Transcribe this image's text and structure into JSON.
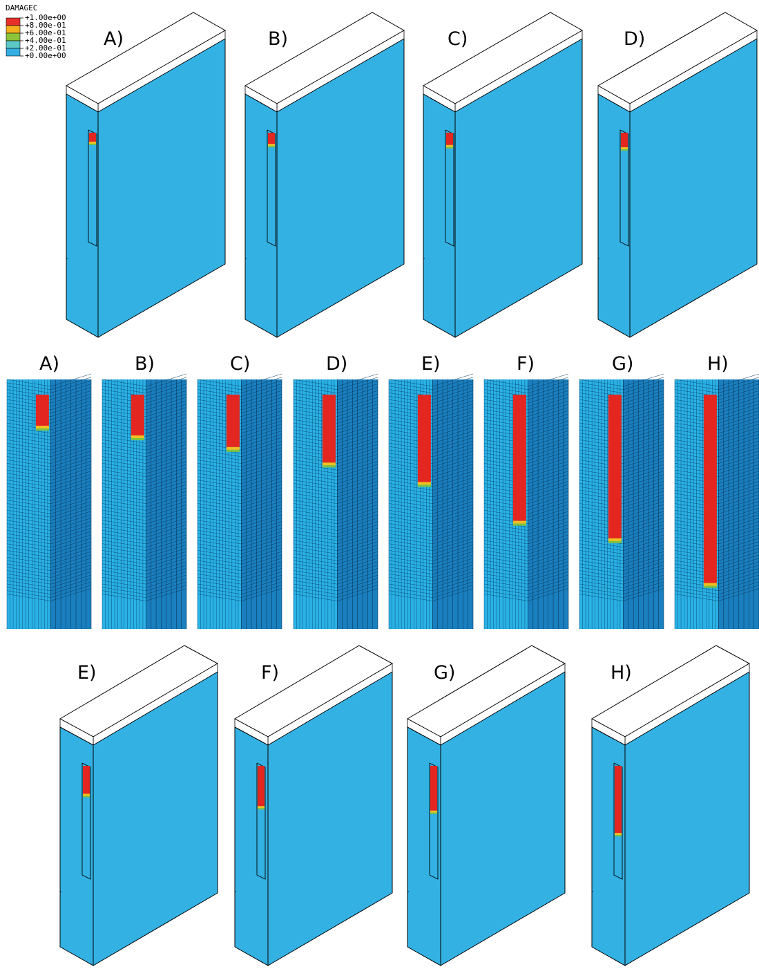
{
  "legend": {
    "title": "DAMAGEC",
    "entries": [
      {
        "label": "+1.00e+00",
        "color": "#e8302a"
      },
      {
        "label": "+8.00e-01",
        "color": "#f4b01e"
      },
      {
        "label": "+6.00e-01",
        "color": "#8cc43a"
      },
      {
        "label": "+4.00e-01",
        "color": "#5cc8c8"
      },
      {
        "label": "+2.00e-01",
        "color": "#34aee2"
      },
      {
        "label": "+0.00e+00",
        "color": null
      }
    ]
  },
  "colors": {
    "concrete_face": "#33b1e3",
    "top_face": "#ffffff",
    "mesh_light": "#2ab2e6",
    "mesh_dark": "#1a7fbf",
    "damage": "#e3261f",
    "damage_yellow": "#f0c020",
    "damage_green": "#7cc242",
    "outline": "#000000"
  },
  "top_row": [
    {
      "label": "A)",
      "damage": 0.08
    },
    {
      "label": "B)",
      "damage": 0.1
    },
    {
      "label": "C)",
      "damage": 0.11
    },
    {
      "label": "D)",
      "damage": 0.13
    }
  ],
  "mesh_row": [
    {
      "label": "A)",
      "damage": 0.16
    },
    {
      "label": "B)",
      "damage": 0.21
    },
    {
      "label": "C)",
      "damage": 0.27
    },
    {
      "label": "D)",
      "damage": 0.35
    },
    {
      "label": "E)",
      "damage": 0.45
    },
    {
      "label": "F)",
      "damage": 0.65
    },
    {
      "label": "G)",
      "damage": 0.74
    },
    {
      "label": "H)",
      "damage": 0.97
    }
  ],
  "bottom_row": [
    {
      "label": "E)",
      "damage": 0.25
    },
    {
      "label": "F)",
      "damage": 0.36
    },
    {
      "label": "G)",
      "damage": 0.4
    },
    {
      "label": "H)",
      "damage": 0.6
    }
  ]
}
